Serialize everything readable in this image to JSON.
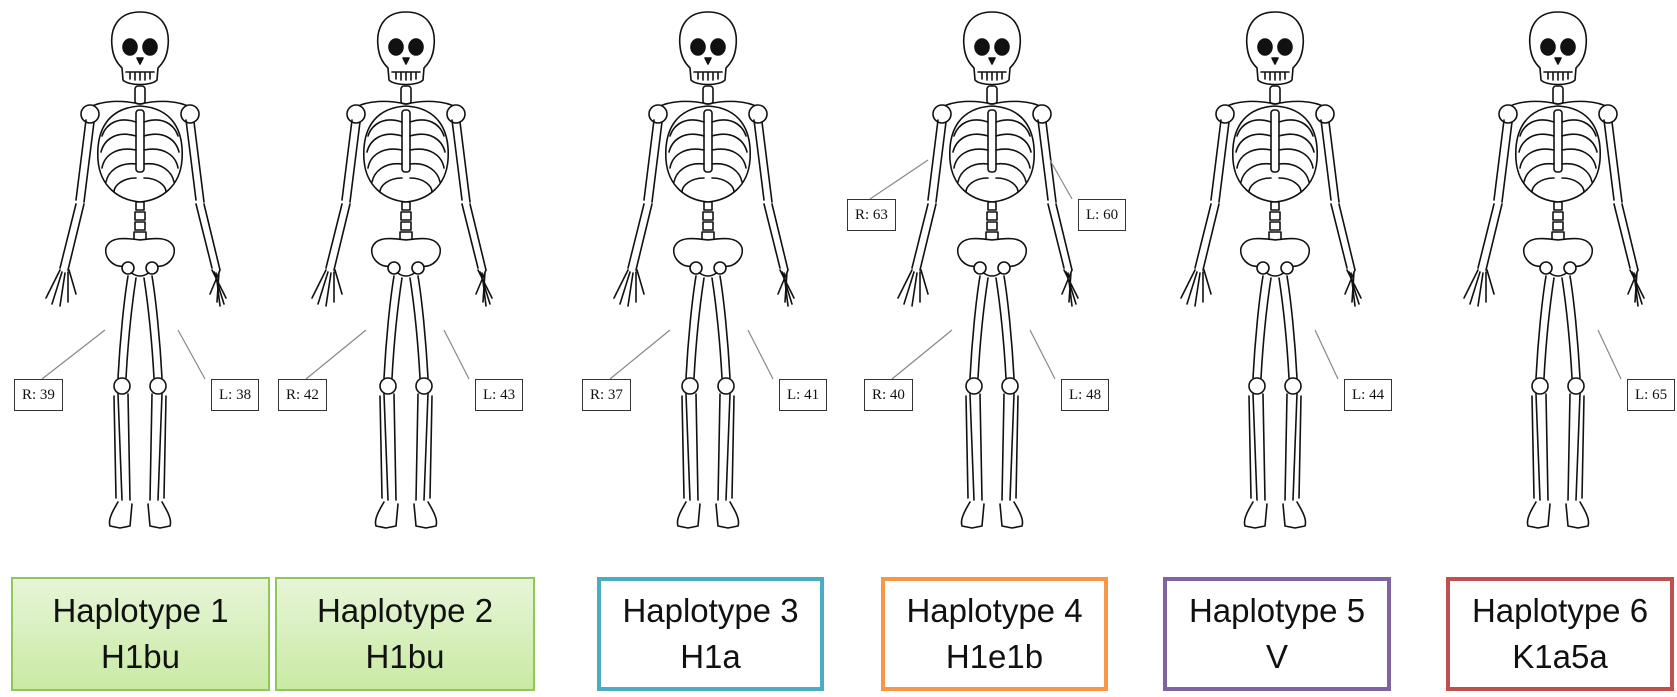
{
  "haplotypes": [
    {
      "title": "Haplotype 1",
      "code": "H1bu",
      "color": "#8fc85a",
      "style": "green",
      "femur": {
        "right": "R: 39",
        "left": "L: 38"
      }
    },
    {
      "title": "Haplotype 2",
      "code": "H1bu",
      "color": "#8fc85a",
      "style": "green",
      "femur": {
        "right": "R: 42",
        "left": "L: 43"
      }
    },
    {
      "title": "Haplotype 3",
      "code": "H1a",
      "color": "#4bacc6",
      "style": "outline",
      "femur": {
        "right": "R: 37",
        "left": "L: 41"
      }
    },
    {
      "title": "Haplotype 4",
      "code": "H1e1b",
      "color": "#f79646",
      "style": "outline",
      "humerus": {
        "right": "R: 63",
        "left": "L: 60"
      },
      "femur": {
        "right": "R: 40",
        "left": "L: 48"
      }
    },
    {
      "title": "Haplotype 5",
      "code": "V",
      "color": "#8064a2",
      "style": "outline",
      "femur": {
        "left": "L: 44"
      }
    },
    {
      "title": "Haplotype 6",
      "code": "K1a5a",
      "color": "#c0504d",
      "style": "outline",
      "femur": {
        "left": "L: 65"
      }
    }
  ]
}
